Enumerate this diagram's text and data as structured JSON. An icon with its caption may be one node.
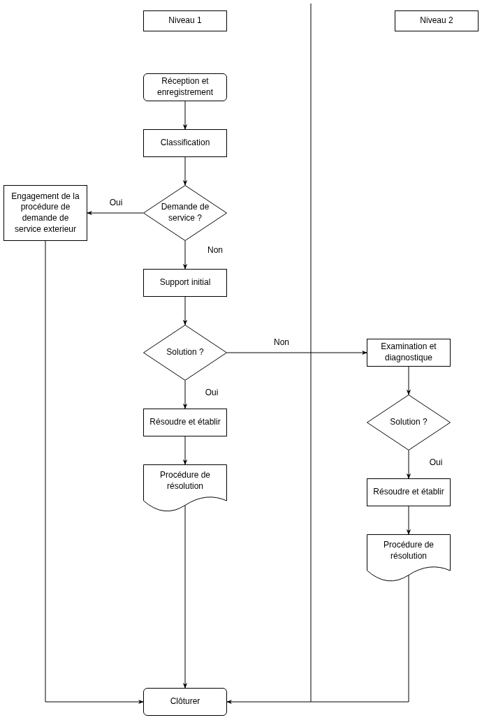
{
  "diagram": {
    "nodes": [
      {
        "text": [
          "Niveau 1"
        ]
      },
      {
        "text": [
          "Niveau 2"
        ]
      },
      {
        "text": [
          "Réception et enregistrement"
        ]
      },
      {
        "text": [
          "Classification"
        ]
      },
      {
        "text": [
          "Demande de service ?"
        ]
      },
      {
        "text": [
          "Engagement de la procédure de demande de service exterieur"
        ]
      },
      {
        "text": [
          "Support initial"
        ]
      },
      {
        "text": [
          "Solution ?"
        ]
      },
      {
        "text": [
          "Résoudre et établir"
        ]
      },
      {
        "text": [
          "Procédure de résolution"
        ]
      },
      {
        "text": [
          "Examination et diagnostique"
        ]
      },
      {
        "text": [
          "Solution ?"
        ]
      },
      {
        "text": [
          "Résoudre et établir"
        ]
      },
      {
        "text": [
          "Procédure de résolution"
        ]
      },
      {
        "text": [
          "Clôturer"
        ]
      }
    ],
    "edges": [
      {
        "from": 2,
        "to": 3,
        "arrow": "to"
      },
      {
        "from": 3,
        "to": 4,
        "arrow": "to"
      },
      {
        "from": 4,
        "to": 5,
        "arrow": "to",
        "label": "Oui"
      },
      {
        "from": 4,
        "to": 6,
        "arrow": "to",
        "label": "Non"
      },
      {
        "from": 6,
        "to": 7,
        "arrow": "to"
      },
      {
        "from": 7,
        "to": 10,
        "arrow": "to",
        "label": "Non"
      },
      {
        "from": 7,
        "to": 8,
        "arrow": "to",
        "label": "Oui"
      },
      {
        "from": 8,
        "to": 9,
        "arrow": "to"
      },
      {
        "from": 9,
        "to": 14,
        "arrow": "to"
      },
      {
        "from": 5,
        "to": 14,
        "arrow": "to"
      },
      {
        "from": 10,
        "to": 11,
        "arrow": "to"
      },
      {
        "from": 11,
        "to": 12,
        "arrow": "to",
        "label": "Oui"
      },
      {
        "from": 12,
        "to": 13,
        "arrow": "to"
      },
      {
        "from": 13,
        "to": 14,
        "arrow": "to"
      }
    ]
  }
}
